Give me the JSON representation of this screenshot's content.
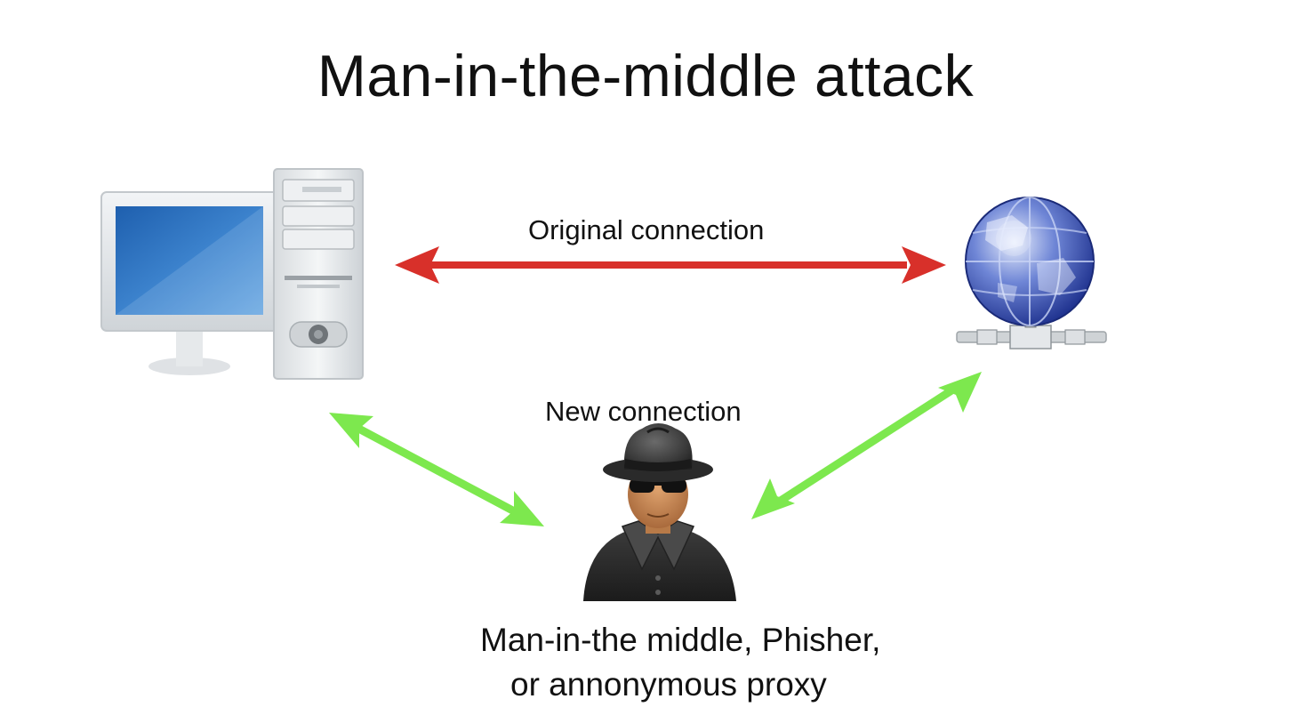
{
  "title": "Man-in-the-middle attack",
  "connections": {
    "original_label": "Original connection",
    "new_label": "New connection"
  },
  "attacker": {
    "caption_line1": "Man-in-the middle, Phisher,",
    "caption_line2": "or annonymous proxy"
  },
  "colors": {
    "original_arrow": "#d8302a",
    "new_arrow": "#7de84e",
    "screen": "#2e6fb8",
    "case": "#e3e6e8"
  },
  "icons": [
    "computer-icon",
    "network-globe-icon",
    "hacker-icon"
  ]
}
